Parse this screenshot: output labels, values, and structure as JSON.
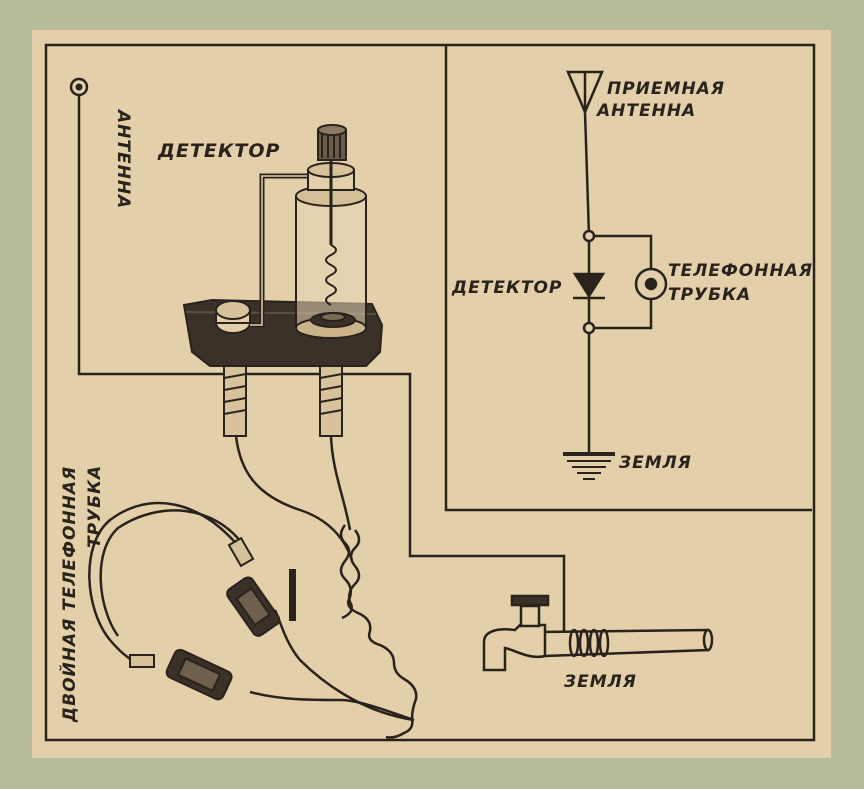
{
  "colors": {
    "frame_bg": "#b7bb9a",
    "paper": "#e3cfaa",
    "ink": "#2a231b"
  },
  "labels": {
    "antenna_wire": "АНТЕННА",
    "detector_pictorial": "ДЕТЕКТОР",
    "headphones_line1": "ДВОЙНАЯ ТЕЛЕФОННАЯ",
    "headphones_line2": "ТРУБКА",
    "earth_pictorial": "ЗЕМЛЯ",
    "schematic_antenna_line1": "ПРИЕМНАЯ",
    "schematic_antenna_line2": "АНТЕННА",
    "schematic_detector": "ДЕТЕКТОР",
    "schematic_phone_line1": "ТЕЛЕФОННАЯ",
    "schematic_phone_line2": "ТРУБКА",
    "schematic_earth": "ЗЕМЛЯ"
  },
  "icons": {
    "antenna_symbol": "antenna-icon",
    "diode_symbol": "diode-icon",
    "earphone_symbol": "earphone-icon",
    "ground_symbol": "ground-icon",
    "water_tap": "tap-icon",
    "crystal_detector": "detector-icon",
    "headphones": "headphones-icon"
  }
}
